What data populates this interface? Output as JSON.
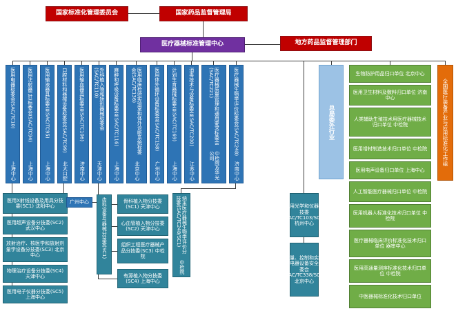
{
  "top": {
    "sac": "国家标准化管理委员会",
    "nmpa": "国家药品监督管理局",
    "center": "医疗器械标准管理中心",
    "local": "地方药品监督管理部门"
  },
  "committees": [
    {
      "name": "医用电器标委会",
      "code": "(SAC/TC10)",
      "center": "上海中心"
    },
    {
      "name": "医用注射器(针)标委会",
      "code": "(SAC/TC94)",
      "center": "上海中心"
    },
    {
      "name": "医用输液器具标委会",
      "code": "(SAC/TC95)",
      "center": "上海中心"
    },
    {
      "name": "口腔材料和器械设备标委会",
      "code": "(SAC/TC99)",
      "center": "北大口腔"
    },
    {
      "name": "医用输血器具标委会",
      "code": "(SAC/TC106)",
      "center": "济南中心"
    },
    {
      "name": "外科植入物和矫形器械标委会",
      "code": "(SAC/TC110)",
      "center": "天津中心"
    },
    {
      "name": "麻醉和呼吸设备标委会",
      "code": "(SAC/TC116)",
      "center": "上海中心"
    },
    {
      "name": "医用临床检验实验室和体外诊断系统标委会",
      "code": "(SAC/TC136)",
      "center": "北京中心"
    },
    {
      "name": "医用体外循环设备标委会",
      "code": "(SAC/TC158)",
      "center": "广州中心"
    },
    {
      "name": "计划生育器械标委会",
      "code": "(SAC/TC169)",
      "center": "上海中心"
    },
    {
      "name": "消毒技术与设备标委会",
      "code": "(SAC/TC200)",
      "center": "江苏中心"
    },
    {
      "name": "医疗器械质量管理和通用要求标委会",
      "code": "(SAC/TC221)",
      "center": "中检院及华光公司"
    },
    {
      "name": "医疗器械生物学评价标委会",
      "code": "(SAC/TC248)",
      "center": "济南中心"
    }
  ],
  "tc10_subs": [
    {
      "name": "医用X射线设备及用具分技委(SC1)",
      "center": "沈阳中心"
    },
    {
      "name": "医用超声设备分技委(SC2)",
      "center": "武汉中心"
    },
    {
      "name": "放射治疗、核医学和放射剂量学设备分技委(SC3)",
      "center": "北京中心"
    },
    {
      "name": "物理治疗设备分技委(SC4)",
      "center": "天津中心"
    },
    {
      "name": "医用电子仪器分技委(SC5)",
      "center": "上海中心"
    }
  ],
  "tc99_sub": {
    "name": "齿科设备与器械分技委(SC1)",
    "center": "广州中心"
  },
  "tc110_subs": [
    {
      "name": "骨科植入物分技委(SC1)",
      "center": "天津中心"
    },
    {
      "name": "心血管植入物分技委(SC2)",
      "center": "天津中心"
    },
    {
      "name": "组织工程医疗器械产品分技委(SC3)",
      "center": "中检院"
    },
    {
      "name": "有源植入物分技委(SC4)",
      "center": "上海中心"
    }
  ],
  "tc248_sub": {
    "name": "纳米医疗器械生物学评价分技委",
    "code": "(SAC/TC248/SC1)",
    "center": "中检院"
  },
  "cross_industry": [
    {
      "name": "医用光学和仪器分技委",
      "code": "(SAC/TC103/SC1)",
      "center": "杭州中心"
    },
    {
      "name": "测量、控制和实验室电器设备安全标委会",
      "code": "(SAC/TC338/SC1)",
      "center": "北京中心"
    }
  ],
  "section_label": "总局委外行业",
  "assigned_units": [
    {
      "name": "生物防护用品归口单位",
      "center": "北京中心"
    },
    {
      "name": "医用卫生材料及敷料归口单位",
      "center": "济南中心"
    },
    {
      "name": "人类辅助生殖技术用医疗器械技术归口单位",
      "center": "中检院"
    },
    {
      "name": "医用增材制造技术归口单位",
      "center": "中检院"
    },
    {
      "name": "医用电声设备归口单位",
      "center": "上海中心"
    },
    {
      "name": "人工智能医疗器械归口单位",
      "center": "中检院"
    },
    {
      "name": "医用机器人标准化技术归口单位",
      "center": "中检院"
    },
    {
      "name": "医疗器械临床评价标准化技术归口单位",
      "center": "器审中心"
    },
    {
      "name": "医用高通量测序标准化技术归口单位",
      "center": "中检院"
    },
    {
      "name": "中医器械标准化技术归口单位",
      "center": ""
    }
  ],
  "work_group": "全国医疗装备产业与应用标准化工作组",
  "colors": {
    "red": "#C00000",
    "purple": "#7030A0",
    "blue": "#2E74B5",
    "teal": "#31849B",
    "light_blue": "#9CC2E5",
    "green": "#70AD47",
    "orange": "#E36C0A"
  }
}
